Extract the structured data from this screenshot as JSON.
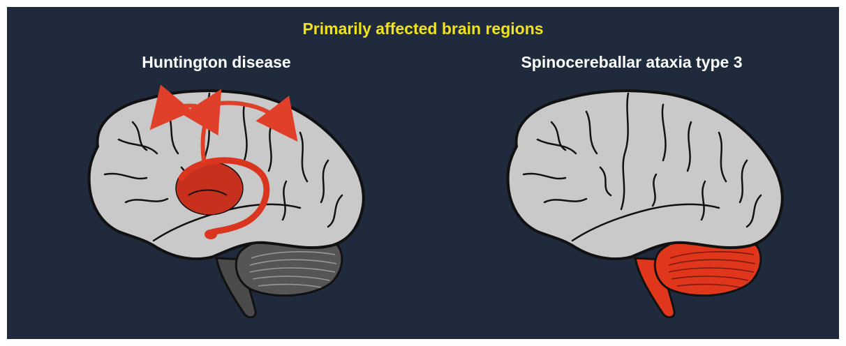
{
  "title": "Primarily affected brain regions",
  "panels": [
    {
      "label": "Huntington disease",
      "highlight": "striatum",
      "highlight_color": "#d9351f"
    },
    {
      "label": "Spinocereballar ataxia type 3",
      "highlight": "cerebellum-and-brainstem",
      "highlight_color": "#e0361c"
    }
  ],
  "colors": {
    "background": "#1f2a3c",
    "title": "#f2e21a",
    "label": "#ffffff",
    "cortex": "#c9c9c9",
    "outline": "#111111",
    "cerebellum_normal": "#555555",
    "affected": "#d9351f"
  }
}
